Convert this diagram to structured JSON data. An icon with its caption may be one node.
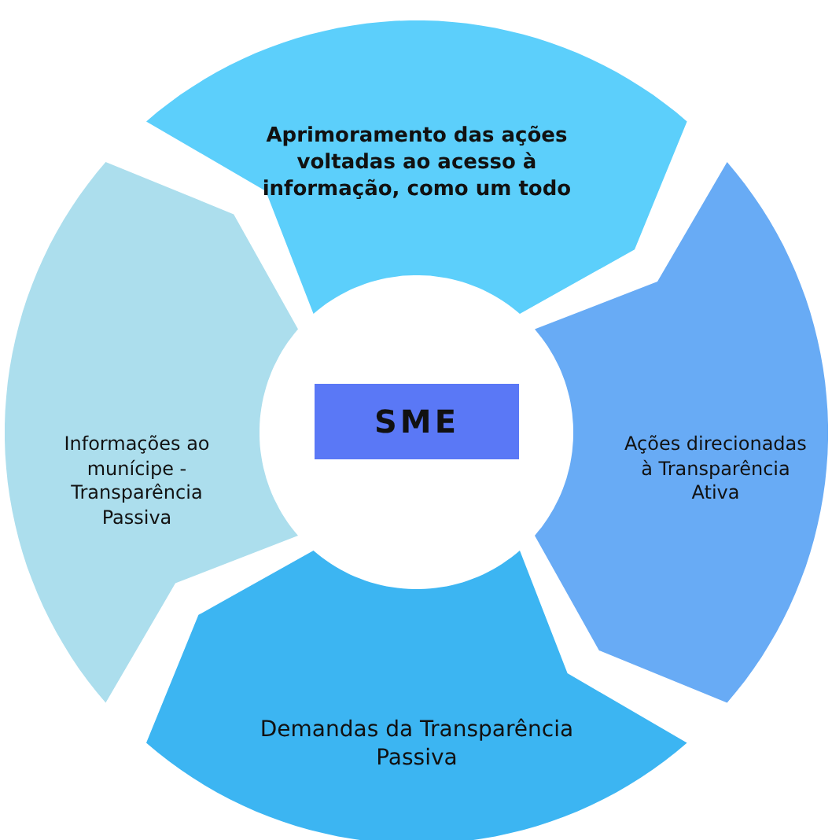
{
  "diagram": {
    "nodes": [
      {
        "text": [
          "Aprimoramento das ações voltadas ao acesso à informação, como um todo"
        ]
      },
      {
        "text": [
          "Informações ao munícipe - Transparência Passiva"
        ]
      },
      {
        "text": [
          "SME"
        ]
      },
      {
        "text": [
          "Ações direcionadas à Transparência Ativa"
        ]
      },
      {
        "text": [
          "Demandas da Transparência Passiva"
        ]
      }
    ]
  }
}
